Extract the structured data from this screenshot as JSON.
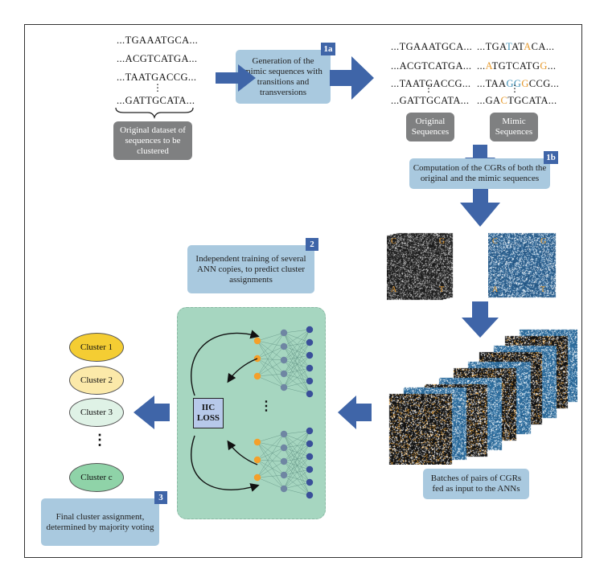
{
  "step_1a": {
    "badge": "1a",
    "text": "Generation of the mimic sequences with transitions and transversions"
  },
  "step_1b": {
    "badge": "1b",
    "text": "Computation of the CGRs of both the original and the mimic sequences"
  },
  "step_2": {
    "badge": "2",
    "text": "Independent training of several ANN copies, to predict cluster assignments"
  },
  "step_3": {
    "badge": "3",
    "text": "Final cluster assignment, determined by majority voting"
  },
  "original_dataset": {
    "sequences": [
      "...TGAAATGCA...",
      "...ACGTCATGA...",
      "...TAATGACCG...",
      "...GATTGCATA..."
    ],
    "dots": "⋮",
    "label": "Original dataset of sequences to be clustered"
  },
  "original_sequences": {
    "sequences": [
      "...TGAAATGCA...",
      "...ACGTCATGA...",
      "...TAATGACCG...",
      "...GATTGCATA..."
    ],
    "dots": "⋮",
    "label": "Original Sequences"
  },
  "mimic_sequences": {
    "lines": [
      [
        [
          "...TGA",
          ""
        ],
        [
          "T",
          "b"
        ],
        [
          "AT",
          ""
        ],
        [
          "A",
          "o"
        ],
        [
          "CA...",
          ""
        ]
      ],
      [
        [
          "...",
          ""
        ],
        [
          "A",
          "o"
        ],
        [
          "TGTCATG",
          ""
        ],
        [
          "G",
          "o"
        ],
        [
          "...",
          ""
        ]
      ],
      [
        [
          "...TAA",
          ""
        ],
        [
          "GG",
          "b"
        ],
        [
          "G",
          "o"
        ],
        [
          "CCG...",
          ""
        ]
      ],
      [
        [
          "...GA",
          ""
        ],
        [
          "C",
          "o"
        ],
        [
          "TGCATA...",
          ""
        ]
      ]
    ],
    "dots": "⋮",
    "label": "Mimic Sequences"
  },
  "cgr_corner_labels": [
    "C",
    "G",
    "A",
    "T"
  ],
  "network": {
    "loss_label": "IIC LOSS",
    "ellipsis": "⋮"
  },
  "batches_label": "Batches of pairs of CGRs fed as input to the ANNs",
  "clusters": [
    {
      "label": "Cluster 1",
      "color": "#f4cd33"
    },
    {
      "label": "Cluster 2",
      "color": "#fbe9a9"
    },
    {
      "label": "Cluster 3",
      "color": "#dff2e6"
    },
    {
      "label": "Cluster c",
      "color": "#8fd3a8"
    }
  ],
  "cluster_dots": "⋮",
  "colors": {
    "arrow": "#3f65a8",
    "grey_box": "#7f8081",
    "blue_box": "#a9c9df",
    "network_bg": "#a6d6c0",
    "node_orange": "#f4a02a",
    "node_blue_grey": "#6f86a3",
    "node_navy": "#3a4f9a"
  }
}
